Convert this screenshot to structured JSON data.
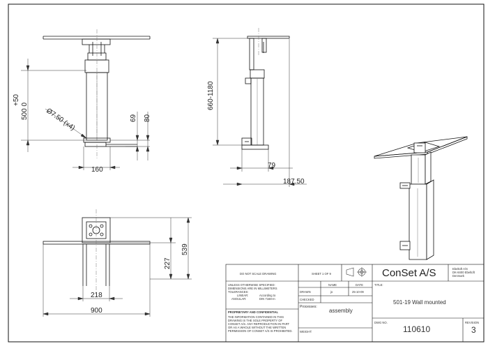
{
  "views": {
    "front": {
      "height_dim_top": "+50",
      "height_dim_bottom": "500  0",
      "hole_callout": "Ø7.50 (x4)",
      "dim_69": "69",
      "dim_80": "80",
      "dim_160": "160"
    },
    "side": {
      "height_range": "660-1180",
      "dim_79": "79",
      "dim_187": "187.50"
    },
    "top": {
      "dim_539": "539",
      "dim_227": "227",
      "dim_218": "218",
      "dim_900": "900"
    }
  },
  "title_block": {
    "do_not_scale": "DO NOT SCALE DRAWING",
    "sheet": "SHEET 1 OF 9",
    "company": "ConSet A/S",
    "address_1": "Ebeltoft A/S",
    "address_2": "DK-8400 Ebeltoft",
    "address_3": "Denmark",
    "unless_1": "UNLESS OTHERWISE SPECIFIED:",
    "unless_2": "DIMENSIONS ARE IN MILLIMETERS",
    "tolerances": "TOLERANCES:",
    "linear_label": "LINEAR:",
    "linear_value": "According to",
    "angular_label": "ANGULAR:",
    "angular_value": "DIN 7168-m",
    "name_header": "NAME",
    "date_header": "DATE",
    "drawn_label": "DRAWN",
    "drawn_name": "jo",
    "drawn_date": "25-10-09",
    "checked_label": "CHECKED",
    "title_label": "TITLE:",
    "title": "501-19 Wall mounted",
    "process_label": "Processes:",
    "process_value": "assembly",
    "proprietary_title": "PROPRIETARY AND CONFIDENTIAL",
    "proprietary_1": "THE INFORMATION CONTAINED IN THIS",
    "proprietary_2": "DRAWING IS THE SOLE PROPERTY OF",
    "proprietary_3": "CONSET A/S.  ANY REPRODUCTION IN PART",
    "proprietary_4": "OR AS A WHOLE WITHOUT THE WRITTEN",
    "proprietary_5": "PERMISSION OF CONSET A/S IS PROHIBITED.",
    "weight_label": "WEIGHT:",
    "dwg_label": "DWG NO.",
    "dwg_number": "110610",
    "revision_label": "REVISION",
    "revision": "3"
  },
  "colors": {
    "line": "#111111",
    "thin": "#555555"
  }
}
